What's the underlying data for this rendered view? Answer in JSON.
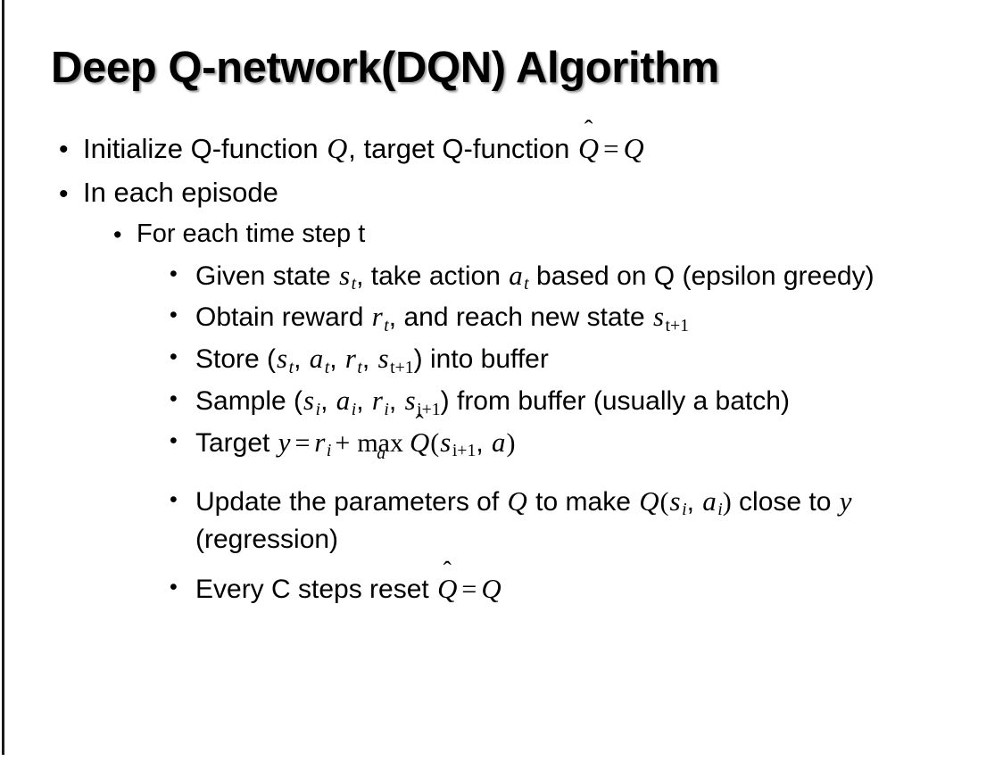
{
  "slide": {
    "title": "Deep Q-network(DQN) Algorithm",
    "background_color": "#ffffff",
    "text_color": "#000000",
    "left_rule_color": "#1a1a1a"
  },
  "bullets": {
    "b1": {
      "marker": "•",
      "level": 1,
      "prefix": "Initialize Q-function ",
      "var_q1": "Q",
      "mid": ", target Q-function ",
      "var_qhat": "Q",
      "hat": "̂",
      "equals": "=",
      "var_q2": "Q"
    },
    "b2": {
      "marker": "•",
      "level": 1,
      "text": "In each episode"
    },
    "b3": {
      "marker": "•",
      "level": 2,
      "text": "For each time step t"
    },
    "b4": {
      "marker": "•",
      "level": 3,
      "prefix": "Given state ",
      "var_s": "s",
      "sub_s": "t",
      "mid": ", take action ",
      "var_a": "a",
      "sub_a": "t",
      "suffix": " based on Q (epsilon greedy)"
    },
    "b5": {
      "marker": "•",
      "level": 3,
      "prefix": "Obtain reward ",
      "var_r": "r",
      "sub_r": "t",
      "mid": ", and reach new state ",
      "var_s": "s",
      "sub_s": "t+1"
    },
    "b6": {
      "marker": "•",
      "level": 3,
      "prefix": "Store (",
      "var_s": "s",
      "sub_s": "t",
      "sep1": ", ",
      "var_a": "a",
      "sub_a": "t",
      "sep2": ", ",
      "var_r": "r",
      "sub_r": "t",
      "sep3": ", ",
      "var_s2": "s",
      "sub_s2": "t+1",
      "suffix": ") into buffer"
    },
    "b7": {
      "marker": "•",
      "level": 3,
      "prefix": "Sample (",
      "var_s": "s",
      "sub_s": "i",
      "sep1": ", ",
      "var_a": "a",
      "sub_a": "i",
      "sep2": ", ",
      "var_r": "r",
      "sub_r": "i",
      "sep3": ", ",
      "var_s2": "s",
      "sub_s2": "i+1",
      "suffix": ") from buffer (usually a batch)"
    },
    "b8": {
      "marker": "•",
      "level": 3,
      "prefix": "Target ",
      "var_y": "y",
      "equals": "=",
      "var_r": "r",
      "sub_r": "i",
      "plus": "+",
      "max_op": "max",
      "max_under": "a",
      "var_qhat": "Q",
      "hat": "̂",
      "open": "(",
      "var_s": "s",
      "sub_s": "i+1",
      "comma": ", ",
      "var_a": "a",
      "close": ")"
    },
    "b9": {
      "marker": "•",
      "level": 3,
      "prefix": "Update the parameters of ",
      "var_q1": "Q",
      "mid": " to make ",
      "var_q2": "Q",
      "open": "(",
      "var_s": "s",
      "sub_s": "i",
      "comma": ", ",
      "var_a": "a",
      "sub_a": "i",
      "close": ")",
      "mid2": " close to ",
      "var_y": "y",
      "suffix": " (regression)"
    },
    "b10": {
      "marker": "•",
      "level": 3,
      "prefix": "Every C steps reset ",
      "var_qhat": "Q",
      "hat": "̂",
      "equals": "=",
      "var_q": "Q"
    }
  }
}
